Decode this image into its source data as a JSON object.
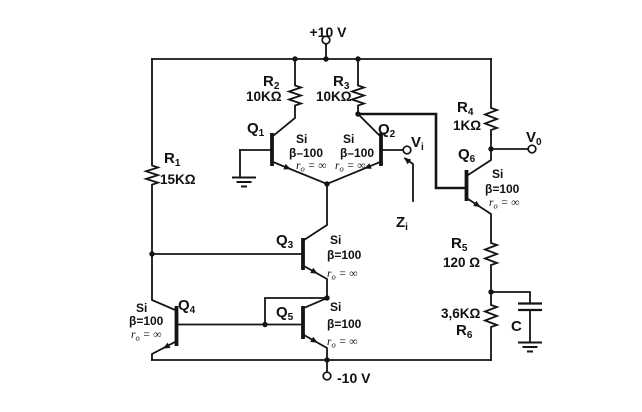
{
  "supply": {
    "positive": "+10 V",
    "negative": "-10 V"
  },
  "resistors": {
    "r1": {
      "ref": "R",
      "sub": "1",
      "value": "15KΩ"
    },
    "r2": {
      "ref": "R",
      "sub": "2",
      "value": "10KΩ"
    },
    "r3": {
      "ref": "R",
      "sub": "3",
      "value": "10KΩ"
    },
    "r4": {
      "ref": "R",
      "sub": "4",
      "value": "1KΩ"
    },
    "r5": {
      "ref": "R",
      "sub": "5",
      "value": "120 Ω"
    },
    "r6": {
      "ref": "R",
      "sub": "6",
      "value": "3,6KΩ"
    }
  },
  "transistors": {
    "q1": {
      "ref": "Q",
      "sub": "1",
      "material": "Si",
      "beta": "β–100",
      "ro": {
        "base": "r",
        "sub": "o",
        "rest": " = ∞"
      }
    },
    "q2": {
      "ref": "Q",
      "sub": "2",
      "material": "Si",
      "beta": "β–100",
      "ro": {
        "base": "r",
        "sub": "o",
        "rest": " = ∞"
      }
    },
    "q3": {
      "ref": "Q",
      "sub": "3",
      "material": "Si",
      "beta": "β=100",
      "ro": {
        "base": "r",
        "sub": "o",
        "rest": " = ∞"
      }
    },
    "q4": {
      "ref": "Q",
      "sub": "4",
      "material": "Si",
      "beta": "β=100",
      "ro": {
        "base": "r",
        "sub": "o",
        "rest": " = ∞"
      }
    },
    "q5": {
      "ref": "Q",
      "sub": "5",
      "material": "Si",
      "beta": "β=100",
      "ro": {
        "base": "r",
        "sub": "o",
        "rest": " = ∞"
      }
    },
    "q6": {
      "ref": "Q",
      "sub": "6",
      "material": "Si",
      "beta": "β=100",
      "ro": {
        "base": "r",
        "sub": "o",
        "rest": " = ∞"
      }
    }
  },
  "ports": {
    "vi": {
      "base": "V",
      "sub": "i"
    },
    "vo": {
      "base": "V",
      "sub": "0"
    },
    "zi": {
      "base": "Z",
      "sub": "i"
    }
  },
  "capacitor": {
    "label": "C"
  }
}
